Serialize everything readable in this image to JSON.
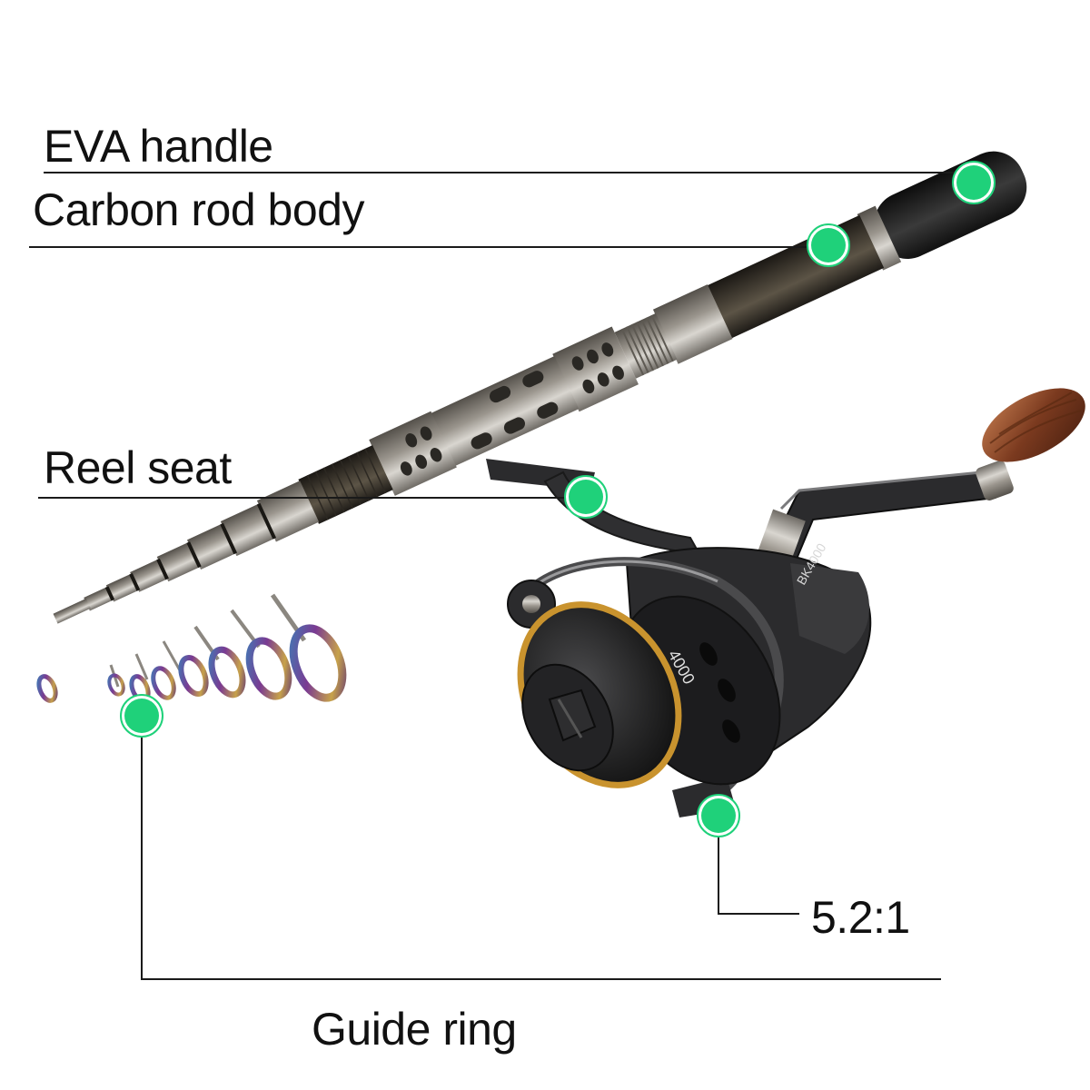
{
  "callouts": {
    "eva_handle": "EVA handle",
    "carbon_rod_body": "Carbon rod body",
    "reel_seat": "Reel seat",
    "gear_ratio": "5.2:1",
    "guide_ring": "Guide ring"
  },
  "reel": {
    "model_text": "BK4000",
    "spool_text": "4000"
  },
  "colors": {
    "marker_green": "#1fd17a",
    "leader_line": "#1a1a1a",
    "handle_foam": "#222222",
    "carbon_blank": "#3b352c",
    "ferrule_metal": "#a7a39c",
    "reel_body": "#2b2b2d",
    "spool_gold": "#c9932e",
    "knob_wood": "#8b4a2b",
    "guide_ring_purple": "#6a3f8a"
  },
  "icons": {
    "marker": "green-dot-marker-icon"
  }
}
